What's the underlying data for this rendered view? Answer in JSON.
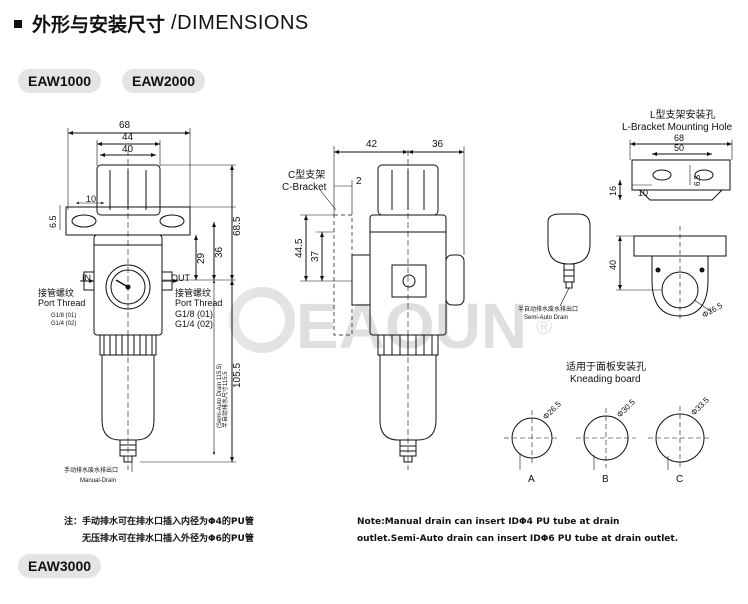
{
  "header": {
    "title_cn": "外形与安装尺寸",
    "title_en": "/DIMENSIONS"
  },
  "models": [
    "EAW1000",
    "EAW2000",
    "EAW3000"
  ],
  "watermark": {
    "text": "EAOUN",
    "registered": "®"
  },
  "front_view": {
    "dim_68": "68",
    "dim_44": "44",
    "dim_40": "40",
    "dim_10": "10",
    "dim_6_5": "6.5",
    "dim_68_5": "68.5",
    "dim_36": "36",
    "dim_29": "29",
    "dim_105_5": "105.5",
    "in_label": "IN",
    "out_label": "OUT",
    "port_cn": "接管螺纹",
    "port_en": "Port Thread",
    "port_left_1": "G1/8 (01)",
    "port_left_2": "G1/4 (02)",
    "port_right_1": "G1/8 (01)",
    "port_right_2": "G1/4 (02)",
    "semi_auto_cn": "半自动排水尺寸115.5",
    "semi_auto_en": "(Semi-Auto Drain 115.5)",
    "manual_drain_cn": "手动排水废水排出口",
    "manual_drain_en": "Manual-Drain"
  },
  "side_view": {
    "dim_42": "42",
    "dim_36": "36",
    "dim_2": "2",
    "dim_44_5": "44.5",
    "dim_37": "37",
    "c_bracket_cn": "C型支架",
    "c_bracket_en": "C-Bracket"
  },
  "lbracket": {
    "title_cn": "L型支架安装孔",
    "title_en": "L-Bracket  Mounting Hole",
    "dim_68": "68",
    "dim_50": "50",
    "dim_10": "10",
    "dim_16": "16",
    "dim_6_5": "6.5",
    "dim_40": "40",
    "dim_26_5": "Φ26.5"
  },
  "auto_drain": {
    "label_cn": "半自动排水废水排出口",
    "label_en": "Semi-Auto Drain"
  },
  "kneading": {
    "title_cn": "适用于面板安装孔",
    "title_en": "Kneading board",
    "holes": [
      {
        "label": "A",
        "dia": "Φ26.5"
      },
      {
        "label": "B",
        "dia": "Φ30.5"
      },
      {
        "label": "C",
        "dia": "Φ33.5"
      }
    ]
  },
  "notes": {
    "cn_prefix": "注：",
    "cn_line1": "手动排水可在排水口插入内径为Φ4的PU管",
    "cn_line2": "无压排水可在排水口插入外径为Φ6的PU管",
    "en_line1": "Note:Manual drain can insert IDΦ4 PU tube at drain",
    "en_line2": "outlet.Semi-Auto drain can insert IDΦ6 PU tube at drain outlet."
  }
}
